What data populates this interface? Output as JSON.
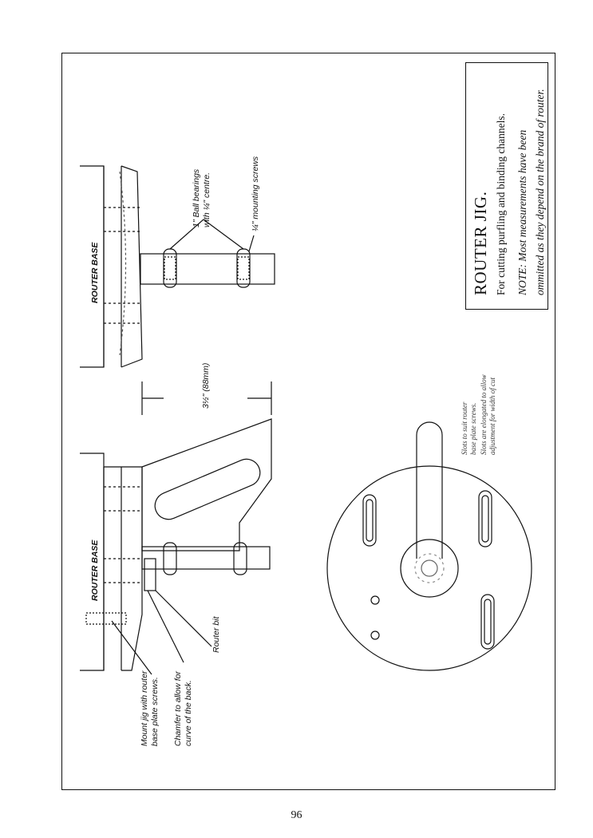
{
  "title": "ROUTER JIG.",
  "subtitle": "For cutting purfling and binding channels.",
  "note": {
    "line1": "NOTE:  Most  measurements  have  been",
    "line2": "ommitted as they depend on the brand of router."
  },
  "labels": {
    "router_base_top": "ROUTER BASE",
    "router_base_bottom": "ROUTER BASE",
    "ball_bearings_1": "1\" Ball bearings",
    "ball_bearings_2": "with ¼\" centre.",
    "mounting_screws": "¼\" mounting screws",
    "dimension": "3½\" (88mm)",
    "slots_1": "Slots to suit router",
    "slots_2": "base plate screws.",
    "slots_3": "Slots are elongated to allow",
    "slots_4": "adjustment for width of cut",
    "router_bit": "Router bit",
    "chamfer_1": "Chamfer to allow for",
    "chamfer_2": "curve of the back.",
    "mount_1": "Mount jig with router",
    "mount_2": "base plate screws."
  },
  "page_number": "96"
}
